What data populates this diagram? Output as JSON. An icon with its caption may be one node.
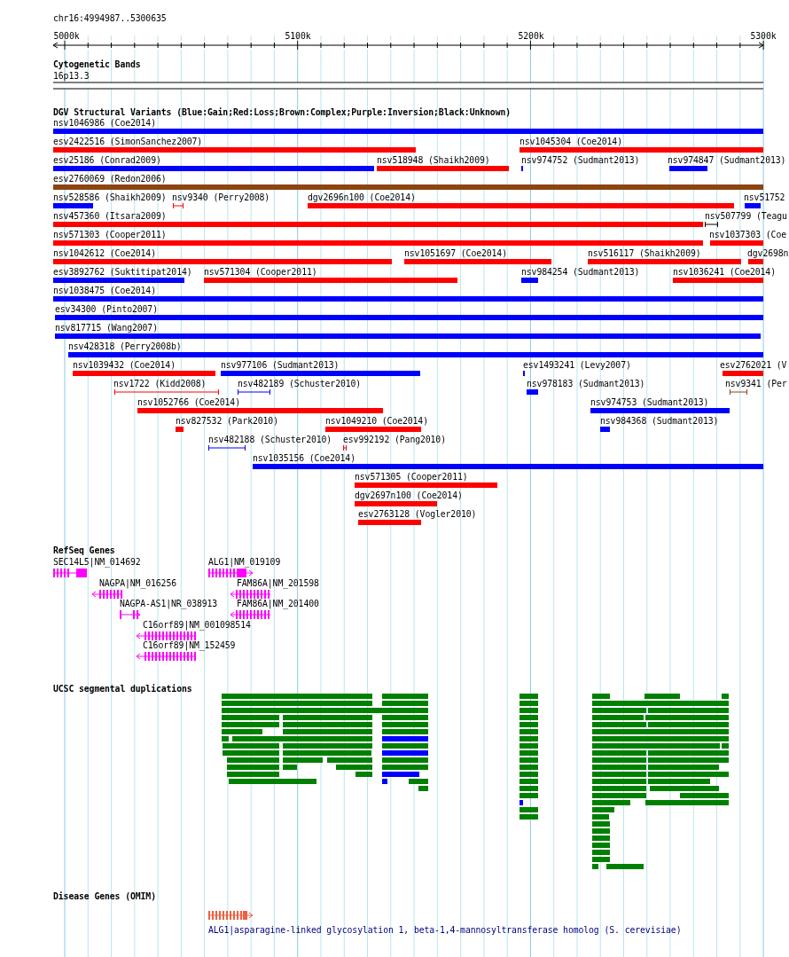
{
  "diagram": {
    "labels": [
      "chr16:4994987..5300635",
      "5000k",
      "5100k",
      "5200k",
      "5300k",
      "Cytogenetic Bands",
      "16p13.3",
      "DGV Structural Variants (Blue:Gain;Red:Loss;Brown:Complex;Purple:Inversion;Black:Unknown)",
      "nsv1046986 (Coe2014)",
      "esv2422516 (SimonSanchez2007)",
      "nsv1045304 (Coe2014)",
      "esv25186 (Conrad2009)",
      "nsv518948 (Shaikh2009)",
      "nsv974752 (Sudmant2013)",
      "nsv974847 (Sudmant2013)",
      "esv2760069 (Redon2006)",
      "nsv528586 (Shaikh2009)",
      "nsv9340 (Perry2008)",
      "dgv2696n100 (Coe2014)",
      "nsv51752",
      "nsv457360 (Itsara2009)",
      "nsv507799 (Teagu",
      "nsv571303 (Cooper2011)",
      "nsv1037303 (Coe",
      "nsv1042612 (Coe2014)",
      "nsv1051697 (Coe2014)",
      "nsv516117 (Shaikh2009)",
      "dgv2698n",
      "esv3892762 (Suktitipat2014)",
      "nsv571304 (Cooper2011)",
      "nsv984254 (Sudmant2013)",
      "nsv1036241 (Coe2014)",
      "nsv1038475 (Coe2014)",
      "esv34300 (Pinto2007)",
      "nsv817715 (Wang2007)",
      "nsv428318 (Perry2008b)",
      "nsv1039432 (Coe2014)",
      "nsv977106 (Sudmant2013)",
      "esv1493241 (Levy2007)",
      "esv2762021 (V",
      "nsv1722 (Kidd2008)",
      "nsv482189 (Schuster2010)",
      "nsv978183 (Sudmant2013)",
      "nsv9341 (Per",
      "nsv1052766 (Coe2014)",
      "nsv974753 (Sudmant2013)",
      "nsv827532 (Park2010)",
      "nsv1049210 (Coe2014)",
      "nsv984368 (Sudmant2013)",
      "nsv482188 (Schuster2010)",
      "esv992192 (Pang2010)",
      "nsv1035156 (Coe2014)",
      "nsv571305 (Cooper2011)",
      "dgv2697n100 (Coe2014)",
      "esv2763128 (Vogler2010)",
      "RefSeq Genes",
      "SEC14L5|NM_014692",
      "ALG1|NM_019109",
      "NAGPA|NM_016256",
      "FAM86A|NM_201598",
      "NAGPA-AS1|NR_038913",
      "FAM86A|NM_201400",
      "C16orf89|NM_001098514",
      "C16orf89|NM_152459",
      "UCSC segmental duplications",
      "Disease Genes (OMIM)",
      "ALG1|asparagine-linked glycosylation 1, beta-1,4-mannosyltransferase homolog (S. cerevisiae)"
    ]
  }
}
